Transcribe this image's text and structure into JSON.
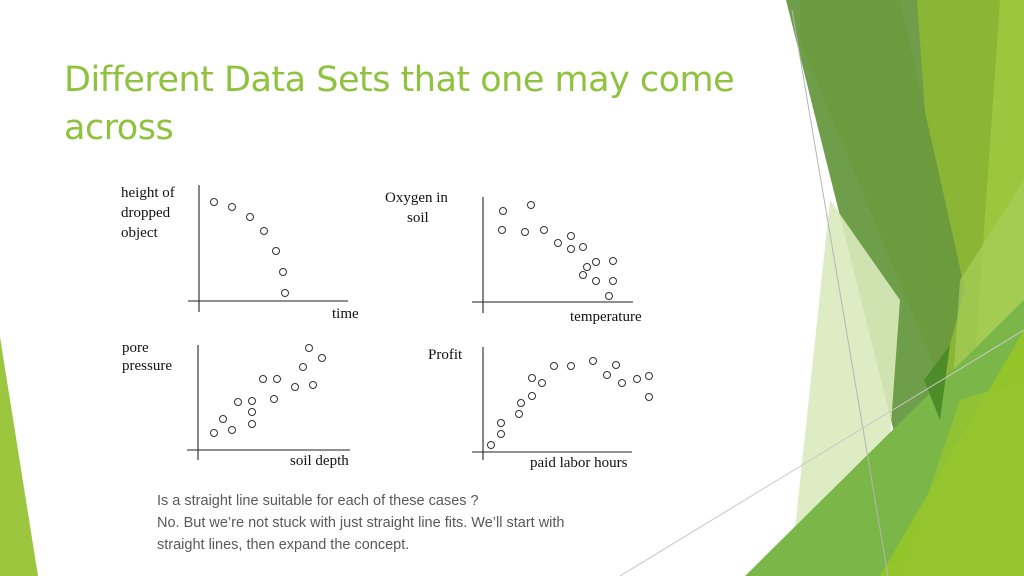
{
  "slide": {
    "title": "Different Data Sets that one may come across",
    "title_color": "#8FC23E",
    "body": [
      "Is a straight line suitable for each of these cases ?",
      "No. But we’re not stuck with just straight line fits. We’ll start with",
      "straight lines, then expand the concept."
    ],
    "theme_colors": {
      "light_green": "#9DC63F",
      "mid_green": "#8AB535",
      "dark_green": "#6A9A3E",
      "pale_green": "#D4E8AE",
      "leaf_green": "#7AB648"
    }
  },
  "chart_data": [
    {
      "type": "scatter",
      "title": "",
      "ylabel": "height of dropped object",
      "xlabel": "time",
      "ylabel_lines": [
        "height of",
        "dropped",
        "object"
      ],
      "grid": false,
      "points": [
        [
          1,
          10
        ],
        [
          2,
          9.6
        ],
        [
          3,
          8.8
        ],
        [
          3.8,
          7.6
        ],
        [
          4.5,
          5.9
        ],
        [
          4.9,
          4.1
        ],
        [
          5,
          2.3
        ]
      ]
    },
    {
      "type": "scatter",
      "title": "",
      "ylabel": "Oxygen in soil",
      "xlabel": "temperature",
      "ylabel_lines": [
        "Oxygen in",
        "soil"
      ],
      "grid": false,
      "points": [
        [
          1.5,
          8
        ],
        [
          3.5,
          8.5
        ],
        [
          1.4,
          6.4
        ],
        [
          3,
          6.2
        ],
        [
          4.4,
          6.4
        ],
        [
          6.3,
          5.9
        ],
        [
          5.4,
          5.3
        ],
        [
          6.3,
          4.8
        ],
        [
          7.2,
          5
        ],
        [
          8.1,
          3.7
        ],
        [
          9.4,
          3.8
        ],
        [
          7.5,
          3.2
        ],
        [
          7.2,
          2.5
        ],
        [
          8.1,
          2
        ],
        [
          9.4,
          2
        ],
        [
          9.1,
          0.5
        ]
      ]
    },
    {
      "type": "scatter",
      "title": "",
      "ylabel": "pore pressure",
      "xlabel": "soil depth",
      "ylabel_lines": [
        "pore",
        "pressure"
      ],
      "grid": false,
      "points": [
        [
          1,
          1.5
        ],
        [
          1.5,
          2.7
        ],
        [
          2.1,
          1.7
        ],
        [
          2.5,
          4.2
        ],
        [
          3.4,
          4.3
        ],
        [
          3.4,
          3.3
        ],
        [
          3.4,
          2.3
        ],
        [
          4.1,
          6.2
        ],
        [
          5,
          6.2
        ],
        [
          4.8,
          4.5
        ],
        [
          6.1,
          5.5
        ],
        [
          6.6,
          7.2
        ],
        [
          7,
          8.8
        ],
        [
          7.9,
          7.9
        ],
        [
          7.3,
          5.6
        ]
      ]
    },
    {
      "type": "scatter",
      "title": "",
      "ylabel": "Profit",
      "xlabel": "paid labor hours",
      "ylabel_lines": [
        "Profit"
      ],
      "grid": false,
      "points": [
        [
          0.5,
          0.6
        ],
        [
          1.1,
          1.6
        ],
        [
          1.1,
          2.6
        ],
        [
          2.3,
          3.4
        ],
        [
          2.4,
          4.4
        ],
        [
          3.1,
          5
        ],
        [
          3.1,
          6.6
        ],
        [
          3.7,
          6.2
        ],
        [
          4.5,
          7.7
        ],
        [
          5.6,
          7.7
        ],
        [
          7,
          8.1
        ],
        [
          7.9,
          6.9
        ],
        [
          8.5,
          7.8
        ],
        [
          8.9,
          6.2
        ],
        [
          9.8,
          6.6
        ],
        [
          10.6,
          6.9
        ],
        [
          10.6,
          5
        ]
      ]
    }
  ]
}
